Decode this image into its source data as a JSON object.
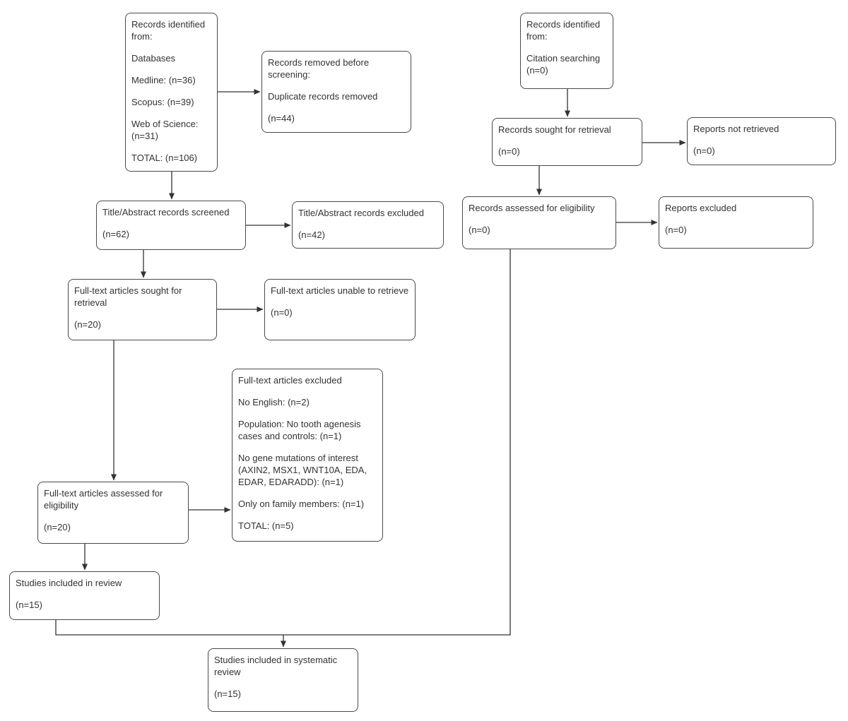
{
  "diagram": {
    "kind": "prisma-flowchart",
    "colors": {
      "box_border": "#4a4a4a",
      "connector": "#333333",
      "text": "#333333",
      "background": "#ffffff"
    }
  },
  "nodes": {
    "identification_databases": {
      "lines": [
        "Records identified from:",
        "Databases",
        "Medline: (n=36)",
        "Scopus: (n=39)",
        "Web of Science: (n=31)",
        "TOTAL: (n=106)"
      ]
    },
    "records_removed": {
      "lines": [
        "Records removed before screening:",
        "Duplicate records removed",
        "(n=44)"
      ]
    },
    "title_abstract_screened": {
      "lines": [
        "Title/Abstract records screened",
        "(n=62)"
      ]
    },
    "title_abstract_excluded": {
      "lines": [
        "Title/Abstract records excluded",
        "(n=42)"
      ]
    },
    "fulltext_sought": {
      "lines": [
        "Full-text articles sought for retrieval",
        "(n=20)"
      ]
    },
    "fulltext_unable": {
      "lines": [
        "Full-text articles unable to retrieve",
        "(n=0)"
      ]
    },
    "fulltext_assessed": {
      "lines": [
        "Full-text articles assessed for eligibility",
        "(n=20)"
      ]
    },
    "fulltext_excluded": {
      "lines": [
        "Full-text articles excluded",
        "No English: (n=2)",
        "Population: No tooth agenesis cases and controls: (n=1)",
        "No gene mutations of interest (AXIN2, MSX1, WNT10A, EDA, EDAR, EDARADD): (n=1)",
        "Only on family members: (n=1)",
        "TOTAL: (n=5)"
      ]
    },
    "studies_included_review": {
      "lines": [
        "Studies included in review",
        "(n=15)"
      ]
    },
    "studies_included_systematic": {
      "lines": [
        "Studies included in systematic review",
        "(n=15)"
      ]
    },
    "identification_citation": {
      "lines": [
        "Records identified from:",
        "Citation searching (n=0)"
      ]
    },
    "records_sought": {
      "lines": [
        "Records sought for retrieval",
        "(n=0)"
      ]
    },
    "reports_not_retrieved": {
      "lines": [
        "Reports not retrieved",
        "(n=0)"
      ]
    },
    "records_assessed": {
      "lines": [
        "Records assessed for eligibility",
        "(n=0)"
      ]
    },
    "reports_excluded": {
      "lines": [
        "Reports excluded",
        "(n=0)"
      ]
    }
  }
}
